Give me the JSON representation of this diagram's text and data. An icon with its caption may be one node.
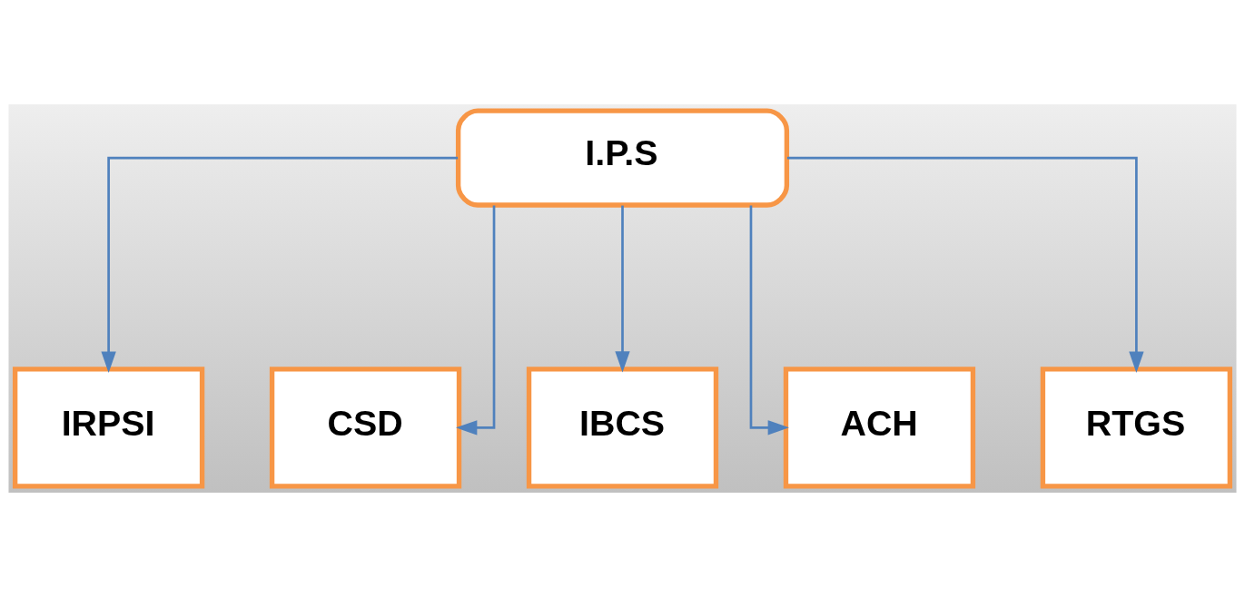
{
  "diagram": {
    "nodes": [
      {
        "text": [
          "I.P.S"
        ]
      },
      {
        "text": [
          "IRPSI"
        ]
      },
      {
        "text": [
          "CSD"
        ]
      },
      {
        "text": [
          "IBCS"
        ]
      },
      {
        "text": [
          "ACH"
        ]
      },
      {
        "text": [
          "RTGS"
        ]
      }
    ],
    "edges": [
      {
        "from": 0,
        "to": 1,
        "arrow": "to"
      },
      {
        "from": 0,
        "to": 2,
        "arrow": "to"
      },
      {
        "from": 0,
        "to": 3,
        "arrow": "to"
      },
      {
        "from": 0,
        "to": 4,
        "arrow": "to"
      },
      {
        "from": 0,
        "to": 5,
        "arrow": "to"
      }
    ]
  }
}
